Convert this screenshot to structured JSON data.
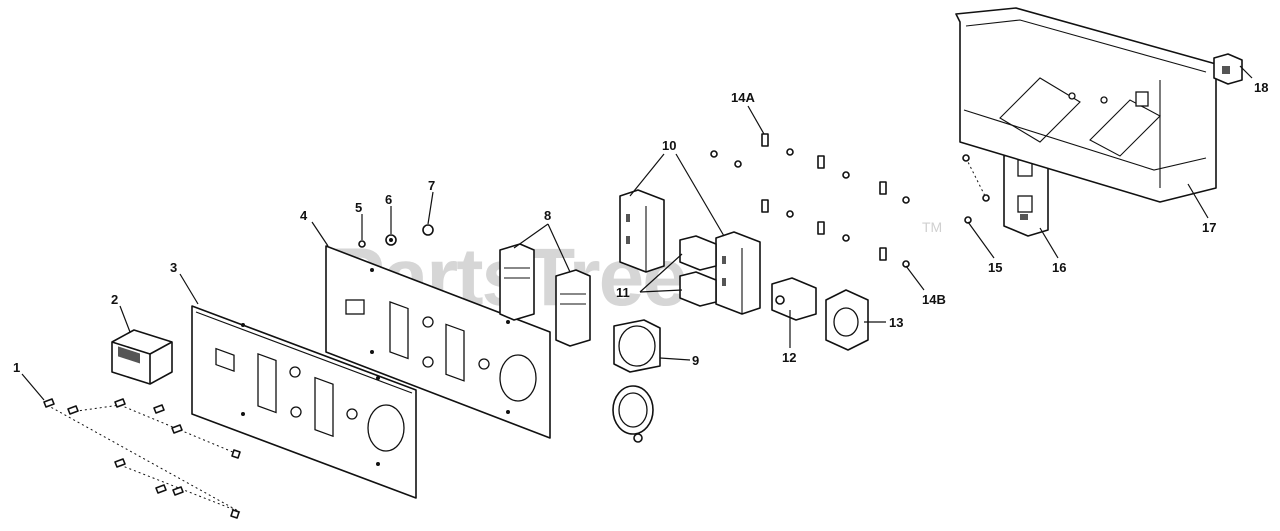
{
  "watermark": {
    "brand": "PartsTree",
    "tm": "TM"
  },
  "callouts": {
    "c1": "1",
    "c2": "2",
    "c3": "3",
    "c4": "4",
    "c5": "5",
    "c6": "6",
    "c7": "7",
    "c8": "8",
    "c9": "9",
    "c10": "10",
    "c11": "11",
    "c12": "12",
    "c13": "13",
    "c14a": "14A",
    "c14b": "14B",
    "c15": "15",
    "c16": "16",
    "c17": "17",
    "c18": "18"
  }
}
